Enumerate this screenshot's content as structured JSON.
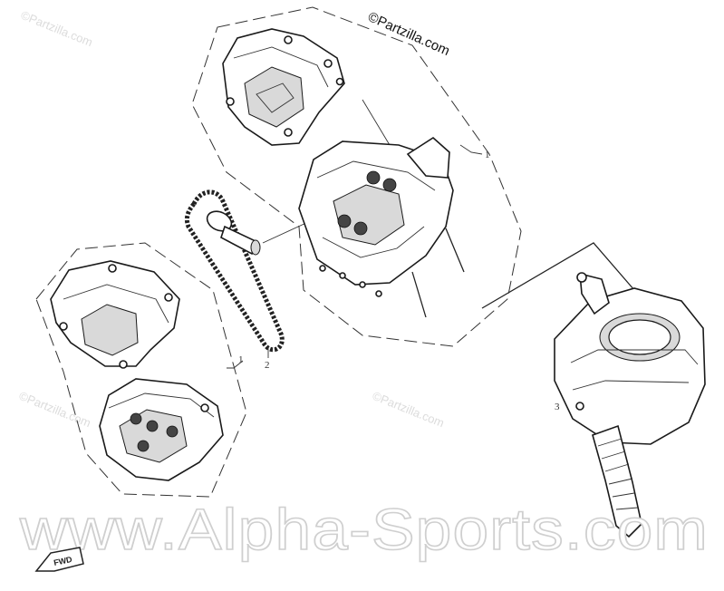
{
  "copyright_text": "©Partzilla.com",
  "watermarks": {
    "partzilla_tl": "©Partzilla.com",
    "partzilla_left": "©Partzilla.com",
    "partzilla_mid": "©Partzilla.com",
    "alpha_sports": "www.Alpha-Sports.com"
  },
  "callouts": {
    "c1_upper": "1",
    "c1_lower": "1",
    "c2": "2",
    "c3": "3"
  },
  "fwd_label": "FWD"
}
